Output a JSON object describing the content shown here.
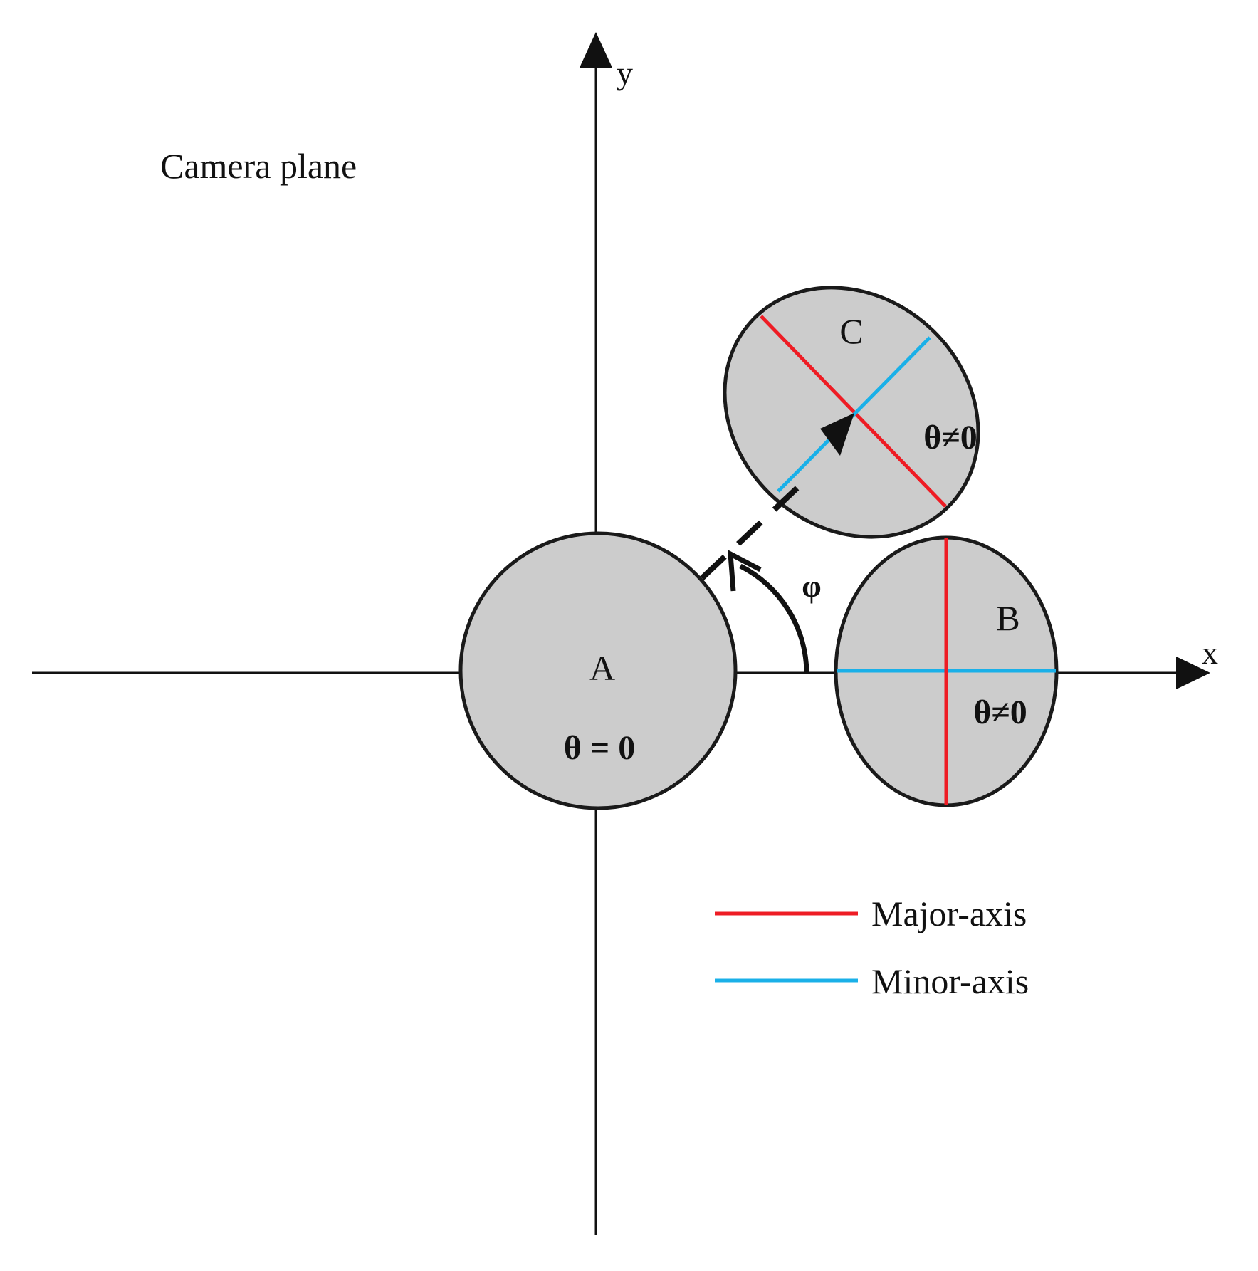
{
  "diagram": {
    "region_label": "Camera plane",
    "axes": {
      "x_label": "x",
      "y_label": "y"
    },
    "angle_label": "φ",
    "circle_a": {
      "label": "A",
      "condition": "θ = 0"
    },
    "ellipse_b": {
      "label": "B",
      "condition": "θ≠0"
    },
    "ellipse_c": {
      "label": "C",
      "condition": "θ≠0"
    },
    "legend": [
      {
        "label": "Major-axis",
        "color": "#ee1c24"
      },
      {
        "label": "Minor-axis",
        "color": "#1ab0e8"
      }
    ],
    "colors": {
      "shape_fill": "#cccccc",
      "outline": "#222222",
      "major_axis": "#ee1c24",
      "minor_axis": "#1ab0e8"
    }
  }
}
